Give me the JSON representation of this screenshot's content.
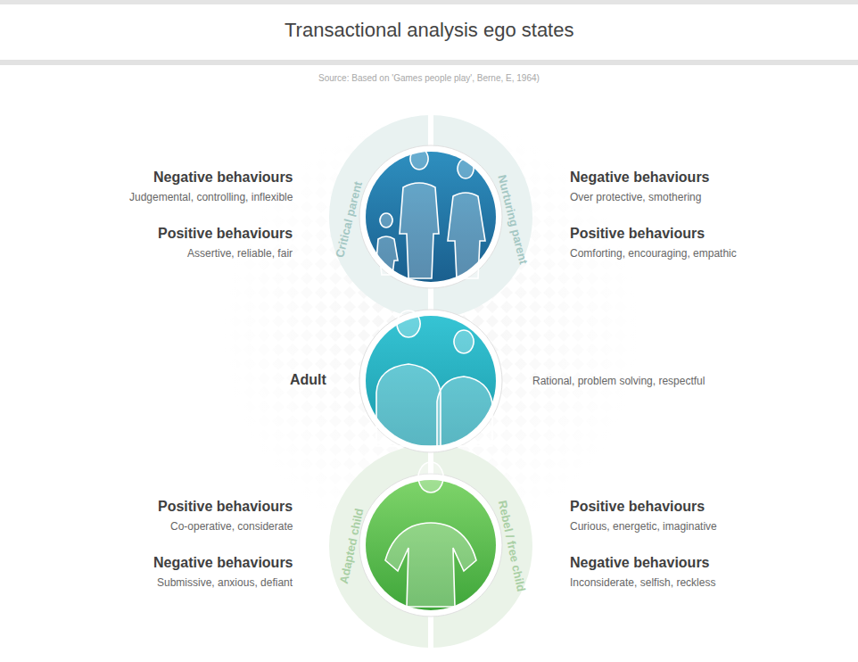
{
  "diagram": {
    "title": "Transactional analysis ego states",
    "labels": [
      "Source: Based on 'Games people play', Berne, E, 1964)",
      "Negative behaviours",
      "Judgemental, controlling, inflexible",
      "Negative behaviours",
      "Over protective, smothering",
      "Positive behaviours",
      "Assertive, reliable, fair",
      "Positive behaviours",
      "Comforting, encouraging, empathic",
      "Critical parent",
      "Nurturing parent",
      "Adult",
      "Rational, problem solving, respectful",
      "Positive behaviours",
      "Co-operative, considerate",
      "Positive behaviours",
      "Curious, energetic, imaginative",
      "Negative behaviours",
      "Submissive, anxious, defiant",
      "Negative behaviours",
      "Inconsiderate, selfish, reckless",
      "Adapted child",
      "Rebel / free child"
    ]
  }
}
